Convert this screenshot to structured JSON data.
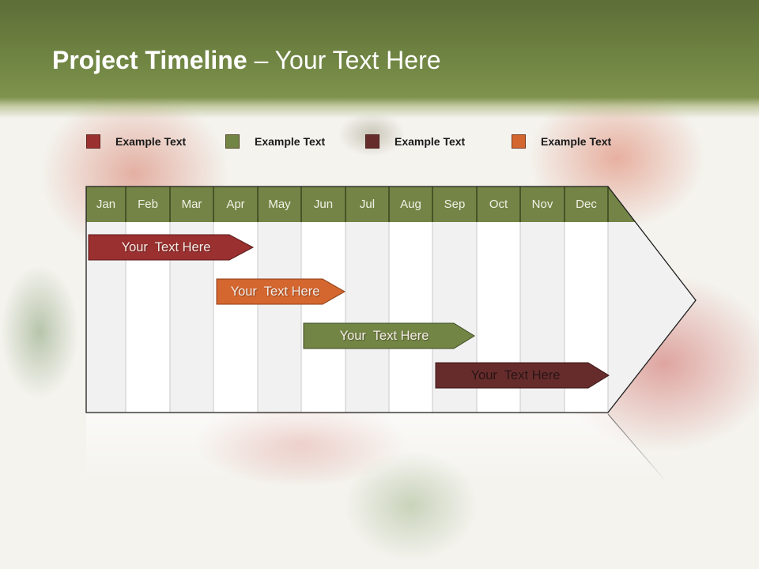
{
  "header": {
    "title_bold": "Project Timeline",
    "title_rest": " – Your Text Here"
  },
  "legend": [
    {
      "label": "Example Text",
      "color": "#9b3030"
    },
    {
      "label": "Example Text",
      "color": "#738545"
    },
    {
      "label": "Example Text",
      "color": "#662c2c"
    },
    {
      "label": "Example Text",
      "color": "#d4662f"
    }
  ],
  "timeline": {
    "months": [
      "Jan",
      "Feb",
      "Mar",
      "Apr",
      "May",
      "Jun",
      "Jul",
      "Aug",
      "Sep",
      "Oct",
      "Nov",
      "Dec"
    ],
    "header_color": "#748446",
    "bars": [
      {
        "label": "Your  Text Here",
        "color": "#9b3030",
        "text_color": "#f4e8e6"
      },
      {
        "label": "Your  Text Here",
        "color": "#d4662f",
        "text_color": "#f8ece4"
      },
      {
        "label": "Your  Text Here",
        "color": "#738545",
        "text_color": "#f1f2e8"
      },
      {
        "label": "Your  Text Here",
        "color": "#662c2c",
        "text_color": "#2a1414"
      }
    ]
  }
}
